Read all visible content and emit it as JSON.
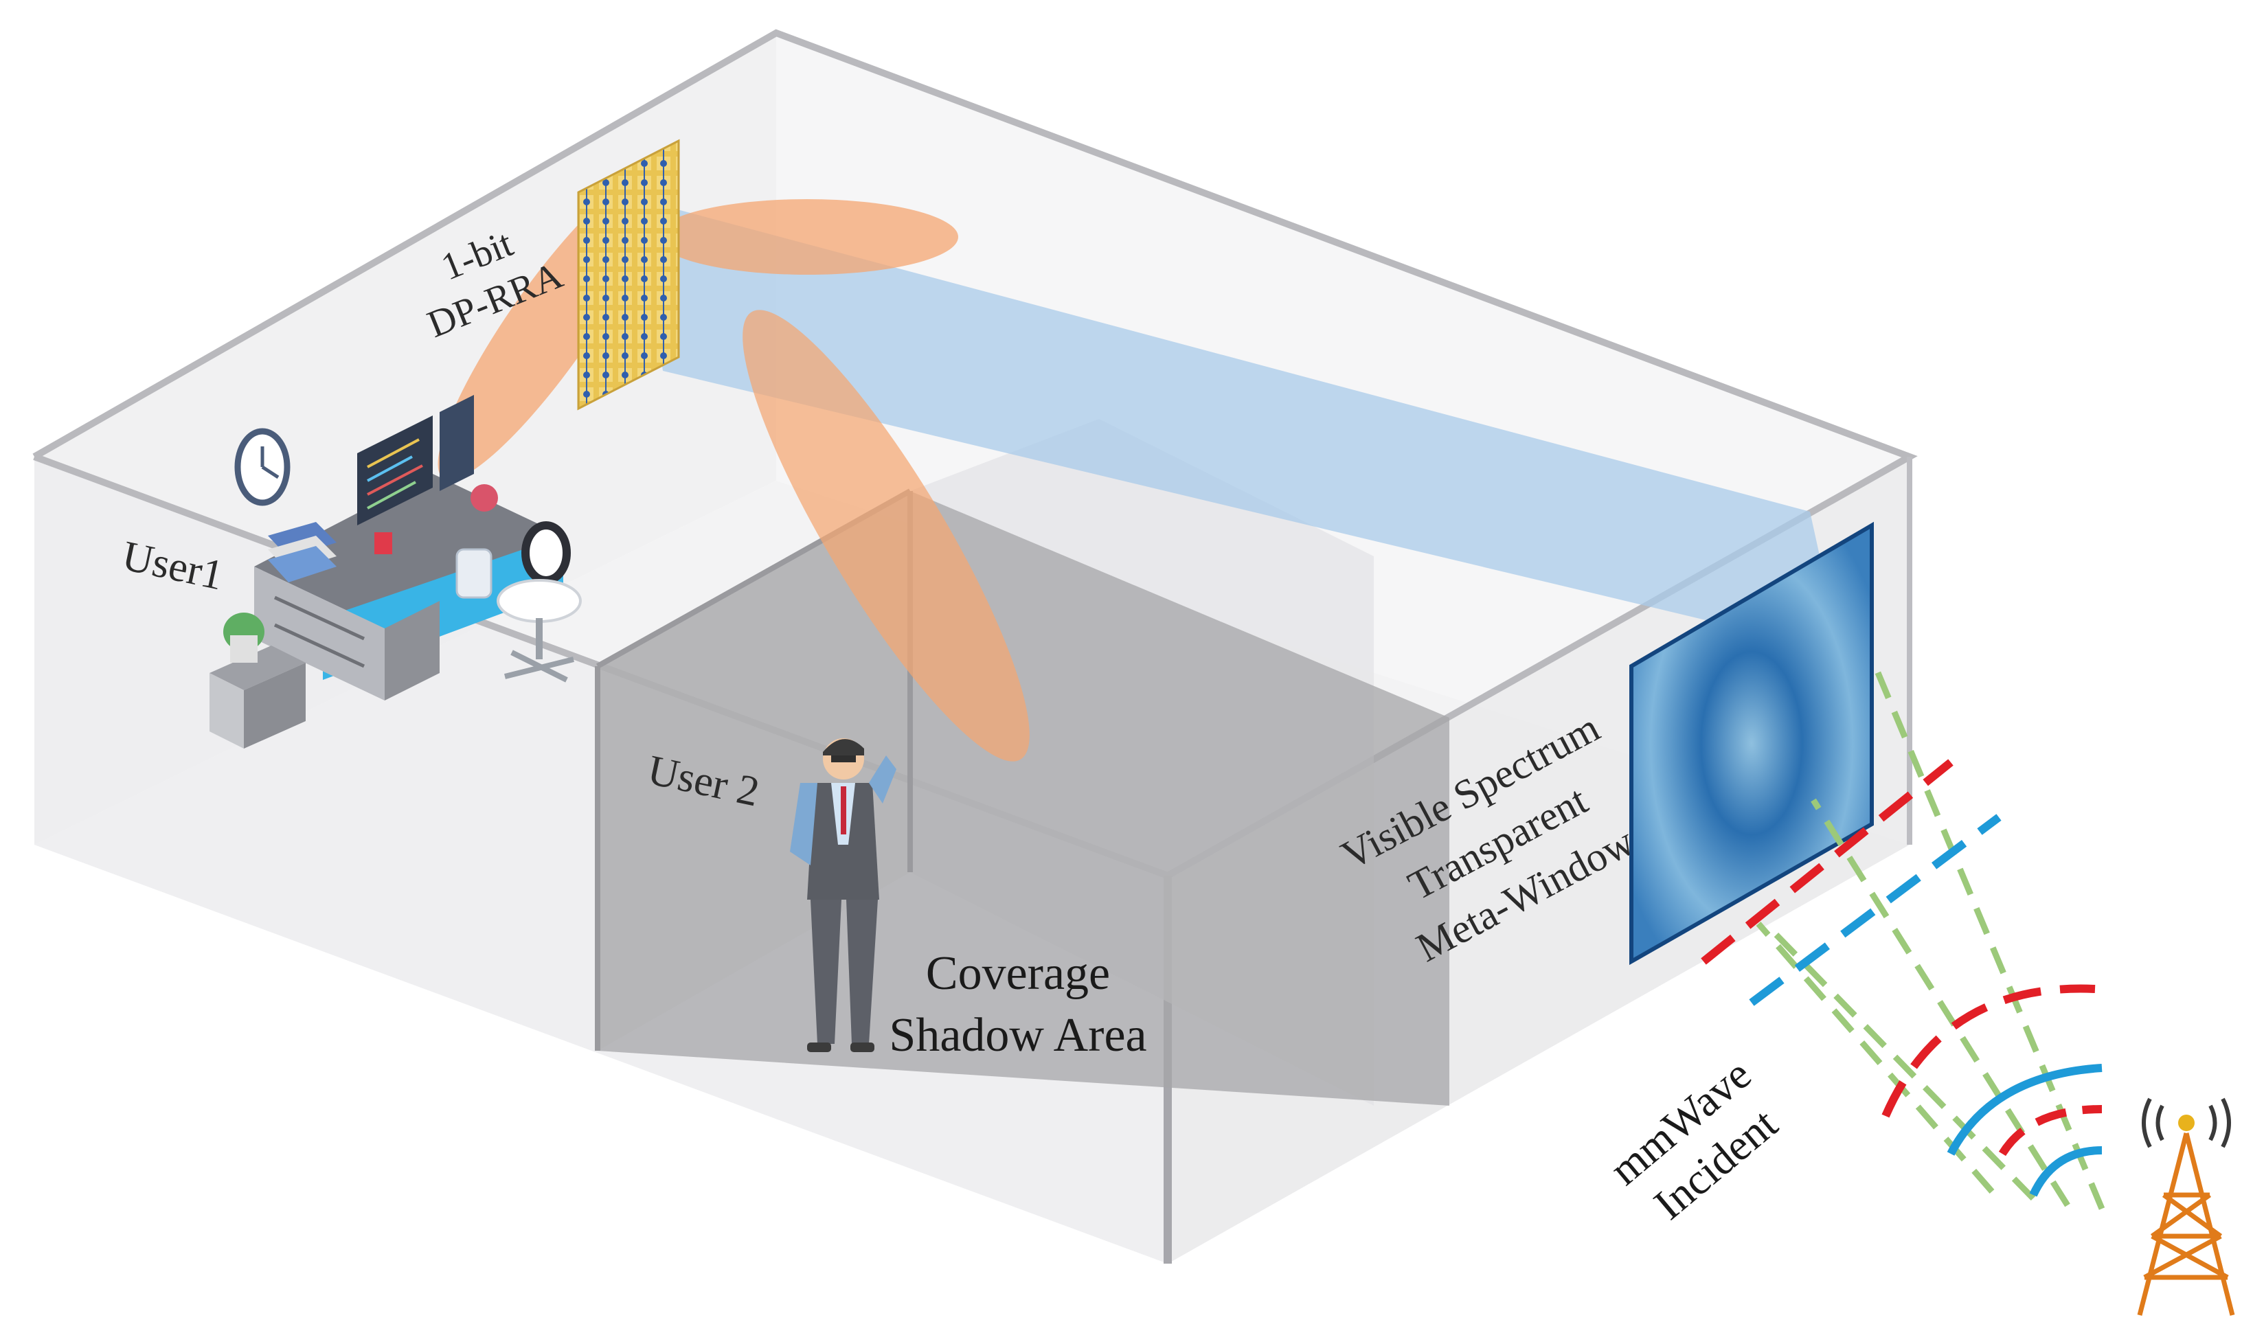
{
  "labels": {
    "rra": [
      "1-bit",
      "DP-RRA"
    ],
    "user1": "User1",
    "user2": "User 2",
    "shadow": [
      "Coverage",
      "Shadow Area"
    ],
    "window": [
      "Visible Spectrum",
      "Transparent",
      "Meta-Window"
    ],
    "incident": [
      "mmWave",
      "Incident"
    ]
  },
  "colors": {
    "beam_orange": "#f4a672",
    "beam_blue": "#a9cbe9",
    "wave_red": "#e21f26",
    "wave_blue": "#1e9ad8",
    "ray_green": "#9cc97a",
    "tower_orange": "#e07b1a",
    "rra_gold": "#e8c04a",
    "rra_blue": "#2f5fae",
    "window_blue": "#1f63a6"
  }
}
